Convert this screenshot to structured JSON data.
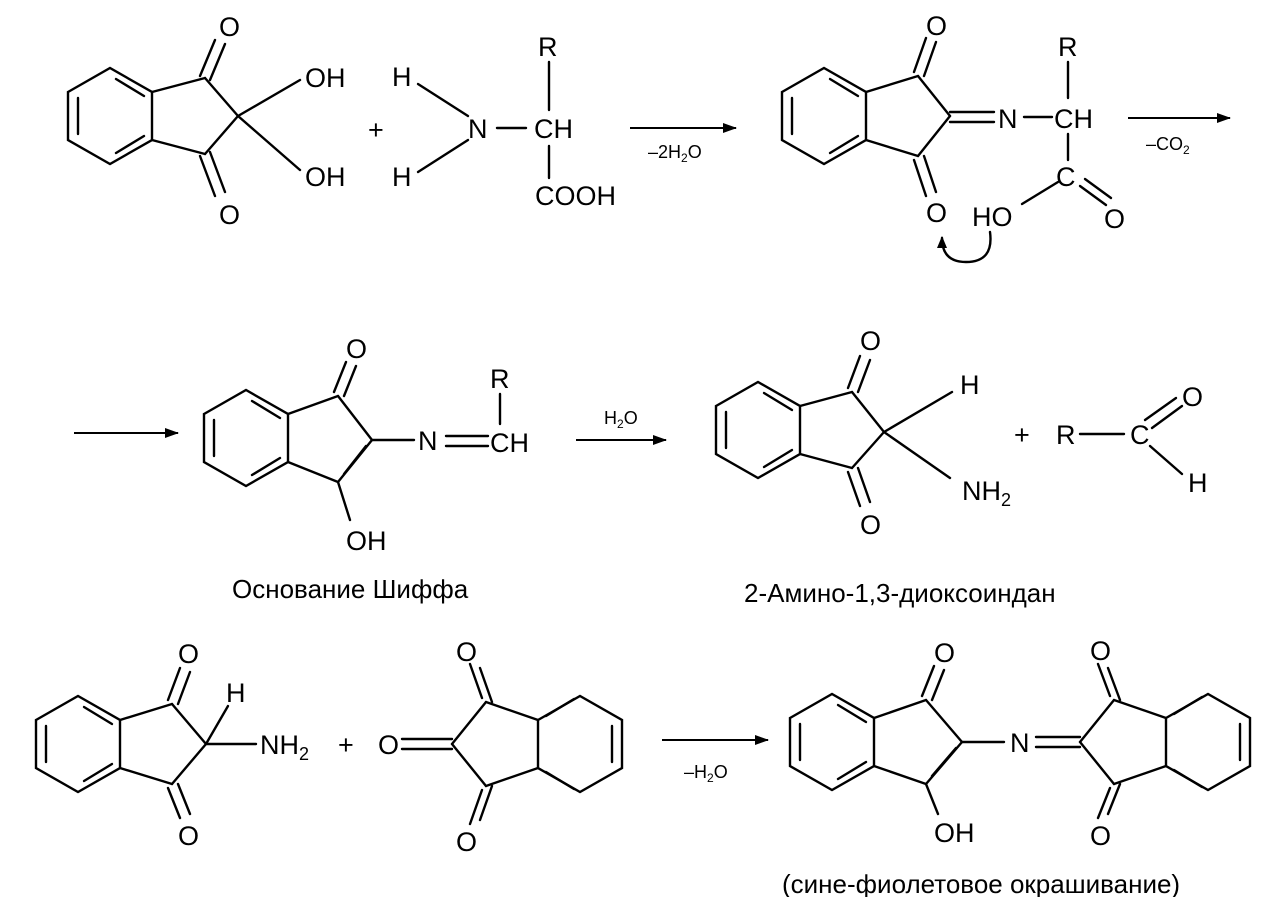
{
  "atoms": {
    "O": "O",
    "OH": "OH",
    "H": "H",
    "N": "N",
    "R": "R",
    "CH": "CH",
    "C": "C",
    "COOH": "COOH",
    "HO": "HO",
    "NH2_main": "NH",
    "NH2_sub": "2",
    "plus": "+"
  },
  "conditions": {
    "step1": {
      "main": "–2H",
      "sub": "2",
      "tail": "O"
    },
    "step2": {
      "main": "–CO",
      "sub": "2"
    },
    "step3": {
      "main": "H",
      "sub": "2",
      "tail": "O"
    },
    "step4": {
      "main": "–H",
      "sub": "2",
      "tail": "O"
    }
  },
  "captions": {
    "schiff_base": "Основание Шиффа",
    "amino_dioxoindane": "2-Амино-1,3-диоксоиндан",
    "color_result": "(сине-фиолетовое окрашивание)"
  }
}
